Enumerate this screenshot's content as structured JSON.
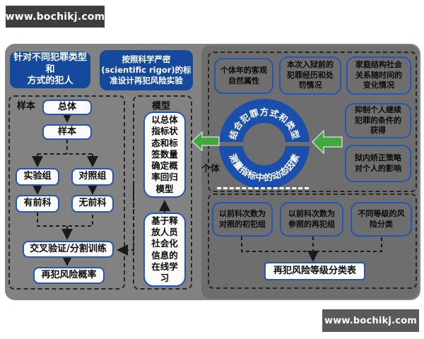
{
  "watermark": {
    "text": "www.bochikj.com"
  },
  "colors": {
    "accent_blue": "#1b4fae",
    "box_border_blue": "#2456b8",
    "green_arrow": "#3fa83f",
    "panel_gray": "#828282",
    "dark_panel_gray": "#6e6e6e"
  },
  "headers": [
    {
      "label": "针对不同犯罪类型和\n方式的犯人"
    },
    {
      "label": "按照科学严密\n(scientific rigor)的标\n准设计再犯风险实验"
    }
  ],
  "sample_panel": {
    "title": "样本",
    "nodes": [
      {
        "label": "总体"
      },
      {
        "label": "样本"
      },
      {
        "label": "实验组"
      },
      {
        "label": "对照组"
      },
      {
        "label": "有前科"
      },
      {
        "label": "无前科"
      },
      {
        "label": "交叉验证/分割训练"
      },
      {
        "label": "再犯风险概率"
      }
    ]
  },
  "model_panel": {
    "title": "模型",
    "boxes": [
      {
        "label": "以总体\n指标状\n态和标\n签数量\n确定概\n率回归\n模型"
      },
      {
        "label": "基于释\n放人员\n社会化\n信息的\n在线学\n习"
      }
    ]
  },
  "factor_panel": {
    "donut_top": "结合犯罪方式和类型",
    "donut_bottom": "测量指标中的动态因素",
    "individual_label": "个体",
    "boxes": [
      {
        "label": "个体年的客观\n自然属性"
      },
      {
        "label": "本次入狱前的\n犯罪经历和处\n罚情况"
      },
      {
        "label": "家庭结构社会\n关系随时间的\n变化情况"
      },
      {
        "label": "抑制个人继续\n犯罪的条件的\n获得"
      },
      {
        "label": "狱内矫正策略\n对个人的影响"
      }
    ]
  },
  "result_panel": {
    "boxes": [
      {
        "label": "以前科次数为\n对照的初犯组"
      },
      {
        "label": "以前科次数为\n参照的再犯组"
      },
      {
        "label": "不同等级的风\n险分类"
      }
    ],
    "result": "再犯风险等级分类表"
  }
}
